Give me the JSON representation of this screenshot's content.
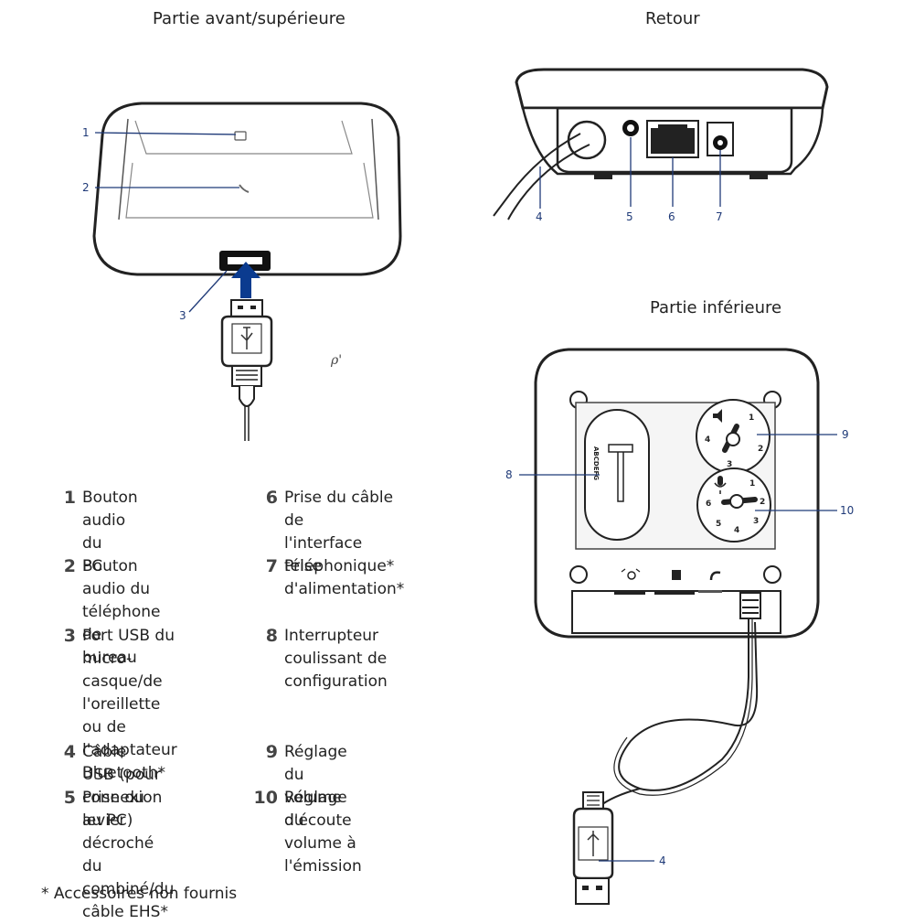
{
  "headings": {
    "front_top": "Partie avant/supérieure",
    "back": "Retour",
    "bottom": "Partie inférieure"
  },
  "callouts": {
    "c1": "1",
    "c2": "2",
    "c3": "3",
    "c4_back": "4",
    "c5": "5",
    "c6": "6",
    "c7": "7",
    "c8": "8",
    "c9": "9",
    "c10": "10",
    "c4_bottom": "4"
  },
  "dials": {
    "speaker_dial_numbers": [
      "1",
      "2",
      "3",
      "4"
    ],
    "mic_dial_numbers": [
      "1",
      "2",
      "3",
      "4",
      "5",
      "6"
    ],
    "config_switch_letters": "ABCDEFG"
  },
  "stray_mark": "ρ'",
  "legend": [
    {
      "num": "1",
      "text": "Bouton audio du\nPC"
    },
    {
      "num": "2",
      "text": "Bouton audio du\ntéléphone de\nbureau"
    },
    {
      "num": "3",
      "text": "Port USB du\nmicro-casque/de\nl'oreillette ou de\nl'adaptateur\nBluetooth*"
    },
    {
      "num": "4",
      "text": "Câble USB (pour\nconnexion au PC)"
    },
    {
      "num": "5",
      "text": "Prise du levier\ndécroché du\ncombiné/du\ncâble EHS*"
    },
    {
      "num": "6",
      "text": "Prise du câble de\nl'interface\ntéléphonique*"
    },
    {
      "num": "7",
      "text": "Prise d'alimentation*"
    },
    {
      "num": "8",
      "text": "Interrupteur\ncoulissant de\nconfiguration"
    },
    {
      "num": "9",
      "text": "Réglage du volume\nd'écoute"
    },
    {
      "num": "10",
      "text": "Réglage du volume à\nl'émission"
    }
  ],
  "footnote": "* Accessoires non fournis",
  "colors": {
    "callout_blue": "#1f3a78",
    "arrow_blue": "#0b3b8f",
    "outline": "#222222"
  }
}
